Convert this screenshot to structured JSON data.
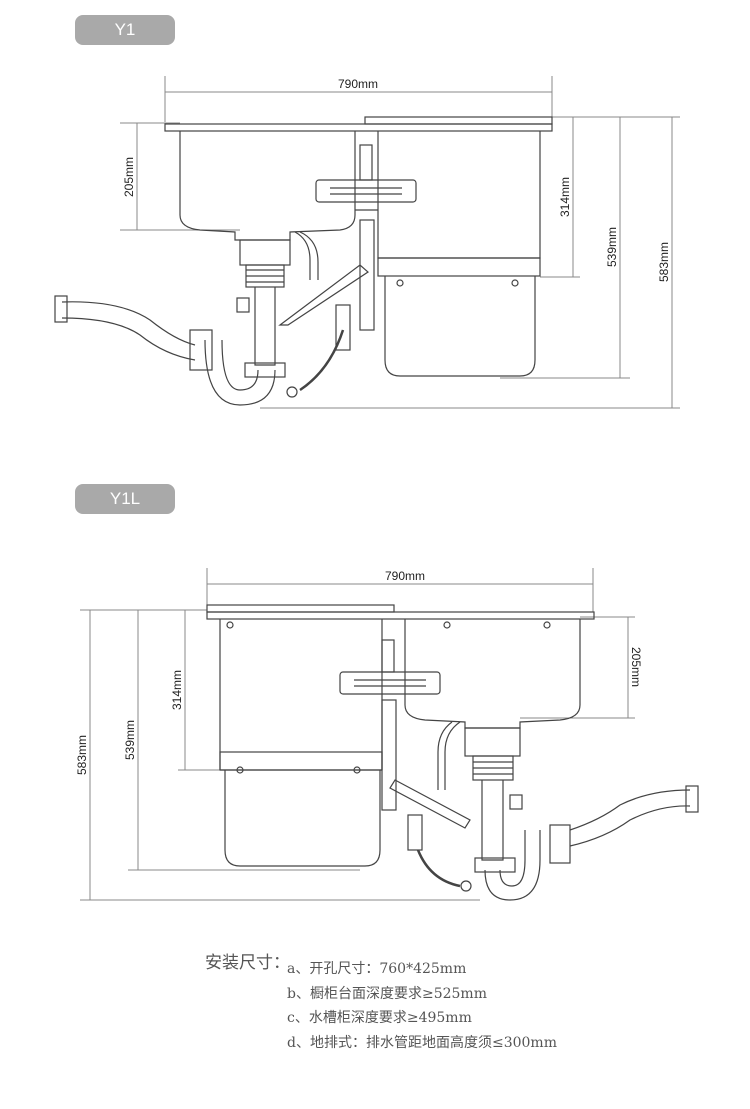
{
  "tags": {
    "y1": "Y1",
    "y1l": "Y1L"
  },
  "y1": {
    "width_label": "790mm",
    "bowl_depth_label": "205mm",
    "basket_depth_label": "314mm",
    "height_label": "539mm",
    "total_label": "583mm"
  },
  "y1l": {
    "width_label": "790mm",
    "bowl_depth_label": "205mm",
    "basket_depth_label": "314mm",
    "height_label": "539mm",
    "total_label": "583mm"
  },
  "notes": {
    "title": "安装尺寸：",
    "items": [
      "a、开孔尺寸：760*425mm",
      "b、橱柜台面深度要求≥525mm",
      "c、水槽柜深度要求≥495mm",
      "d、地排式：排水管距地面高度须≤300mm"
    ]
  },
  "colors": {
    "tag_bg": "#a9a9a9",
    "line": "#444444",
    "dim_line": "#888888"
  }
}
